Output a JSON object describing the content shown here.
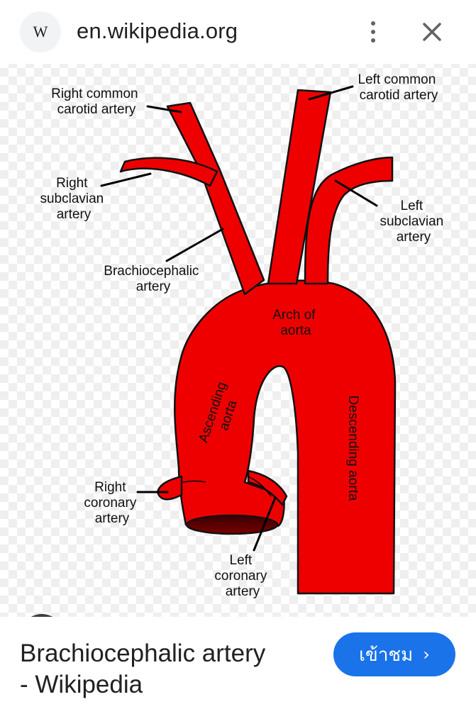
{
  "browser": {
    "favicon_letter": "W",
    "url": "en.wikipedia.org"
  },
  "diagram": {
    "labels": {
      "right_common_carotid": [
        "Right common",
        "carotid artery"
      ],
      "left_common_carotid": [
        "Left common",
        "carotid artery"
      ],
      "right_subclavian": [
        "Right",
        "subclavian",
        "artery"
      ],
      "left_subclavian": [
        "Left",
        "subclavian",
        "artery"
      ],
      "brachiocephalic": [
        "Brachiocephalic",
        "artery"
      ],
      "arch": [
        "Arch of",
        "aorta"
      ],
      "ascending": [
        "Ascending",
        "aorta"
      ],
      "descending": "Descending aorta",
      "right_coronary": [
        "Right",
        "coronary",
        "artery"
      ],
      "left_coronary": [
        "Left",
        "coronary",
        "artery"
      ]
    },
    "colors": {
      "vessel": "#ee0000",
      "vessel_shade": "#b00000",
      "outline": "#111111",
      "label": "#111111"
    }
  },
  "result": {
    "title_line1": "Brachiocephalic artery",
    "title_line2": "- Wikipedia",
    "visit_label": "เข้าชม",
    "visit_chevron": "›"
  },
  "icons": {
    "menu": "more-vert-icon",
    "close": "close-icon",
    "lens": "google-lens-icon"
  }
}
